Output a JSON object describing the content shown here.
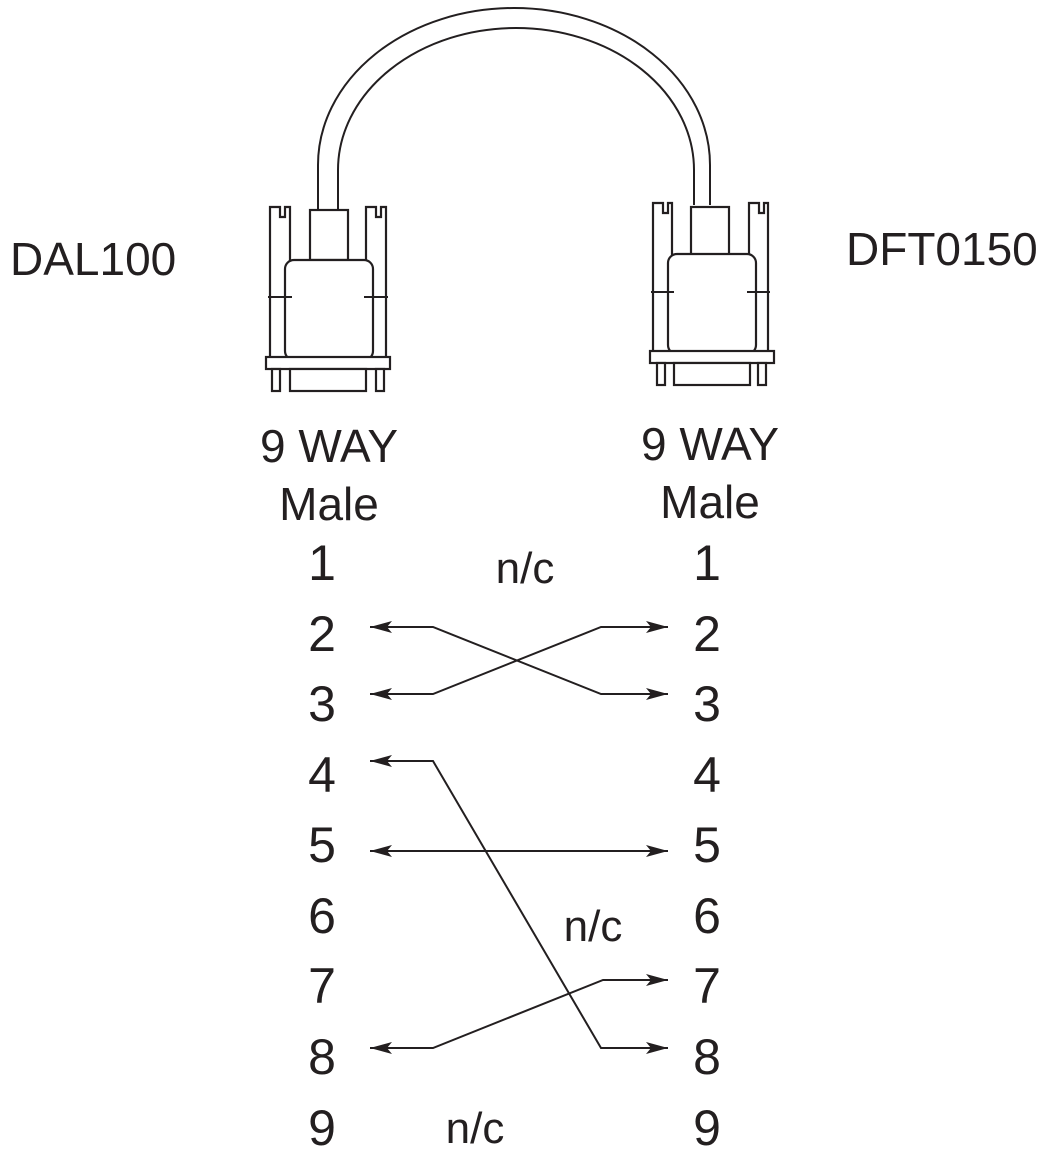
{
  "left": {
    "device": "DAL100",
    "connector_ways": "9 WAY",
    "connector_gender": "Male",
    "pins": [
      "1",
      "2",
      "3",
      "4",
      "5",
      "6",
      "7",
      "8",
      "9"
    ]
  },
  "right": {
    "device": "DFT0150",
    "connector_ways": "9 WAY",
    "connector_gender": "Male",
    "pins": [
      "1",
      "2",
      "3",
      "4",
      "5",
      "6",
      "7",
      "8",
      "9"
    ]
  },
  "not_connected_label": "n/c",
  "connections": [
    {
      "left_pin": 2,
      "right_pin": 3
    },
    {
      "left_pin": 3,
      "right_pin": 2
    },
    {
      "left_pin": 4,
      "right_pin": 8
    },
    {
      "left_pin": 5,
      "right_pin": 5
    },
    {
      "left_pin": 8,
      "right_pin": 7
    }
  ],
  "not_connected_notes": [
    {
      "near": "pin 1",
      "text": "n/c"
    },
    {
      "near": "pin 6",
      "text": "n/c"
    },
    {
      "near": "pin 9",
      "text": "n/c"
    }
  ],
  "colors": {
    "ink": "#231f20",
    "background": "#ffffff"
  }
}
